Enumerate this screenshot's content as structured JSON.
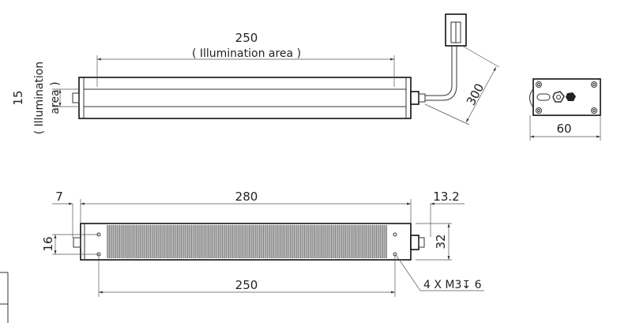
{
  "top_view": {
    "length_value": "250",
    "length_note": "( Illumination area )",
    "width_value": "15",
    "width_note_line1": "( Illumination",
    "width_note_line2": "area )",
    "cable_length": "300"
  },
  "end_view": {
    "width_value": "60"
  },
  "bottom_view": {
    "overall_length": "280",
    "left_offset": "7",
    "right_offset": "13.2",
    "height": "32",
    "hole_spacing_vertical": "16",
    "hole_spacing_horizontal": "250",
    "hole_callout": "4 X M3↧ 6"
  }
}
